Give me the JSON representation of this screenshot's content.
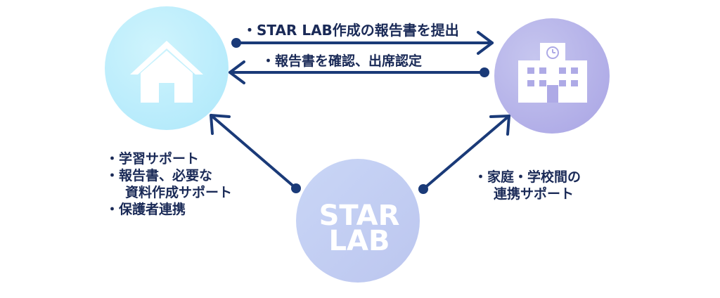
{
  "nodes": {
    "home": {
      "icon": "house-icon"
    },
    "school": {
      "icon": "school-building-icon"
    },
    "starlab": {
      "line1": "STAR",
      "line2": "LAB"
    }
  },
  "edges": {
    "starlab_to_school_report": "・STAR LAB作成の報告書を提出",
    "school_to_home_confirm": "・報告書を確認、出席認定"
  },
  "home_support": [
    "・学習サポート",
    "・報告書、必要な",
    "資料作成サポート",
    "・保護者連携"
  ],
  "school_support": [
    "・家庭・学校間の",
    "連携サポート"
  ],
  "colors": {
    "arrow": "#1a3a78",
    "text": "#1a2a57",
    "home_circle": "#bfeefc",
    "school_circle": "#b7b4ea",
    "starlab_circle": "#c8d3f3"
  }
}
